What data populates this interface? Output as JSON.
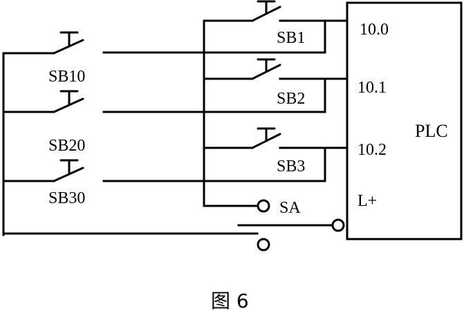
{
  "plc": {
    "name": "PLC",
    "inputs": [
      "10.0",
      "10.1",
      "10.2"
    ],
    "common": "L+"
  },
  "buttons": {
    "sb1": "SB1",
    "sb2": "SB2",
    "sb3": "SB3",
    "sb10": "SB10",
    "sb20": "SB20",
    "sb30": "SB30"
  },
  "selector": {
    "label": "SA"
  },
  "caption": "图 6"
}
